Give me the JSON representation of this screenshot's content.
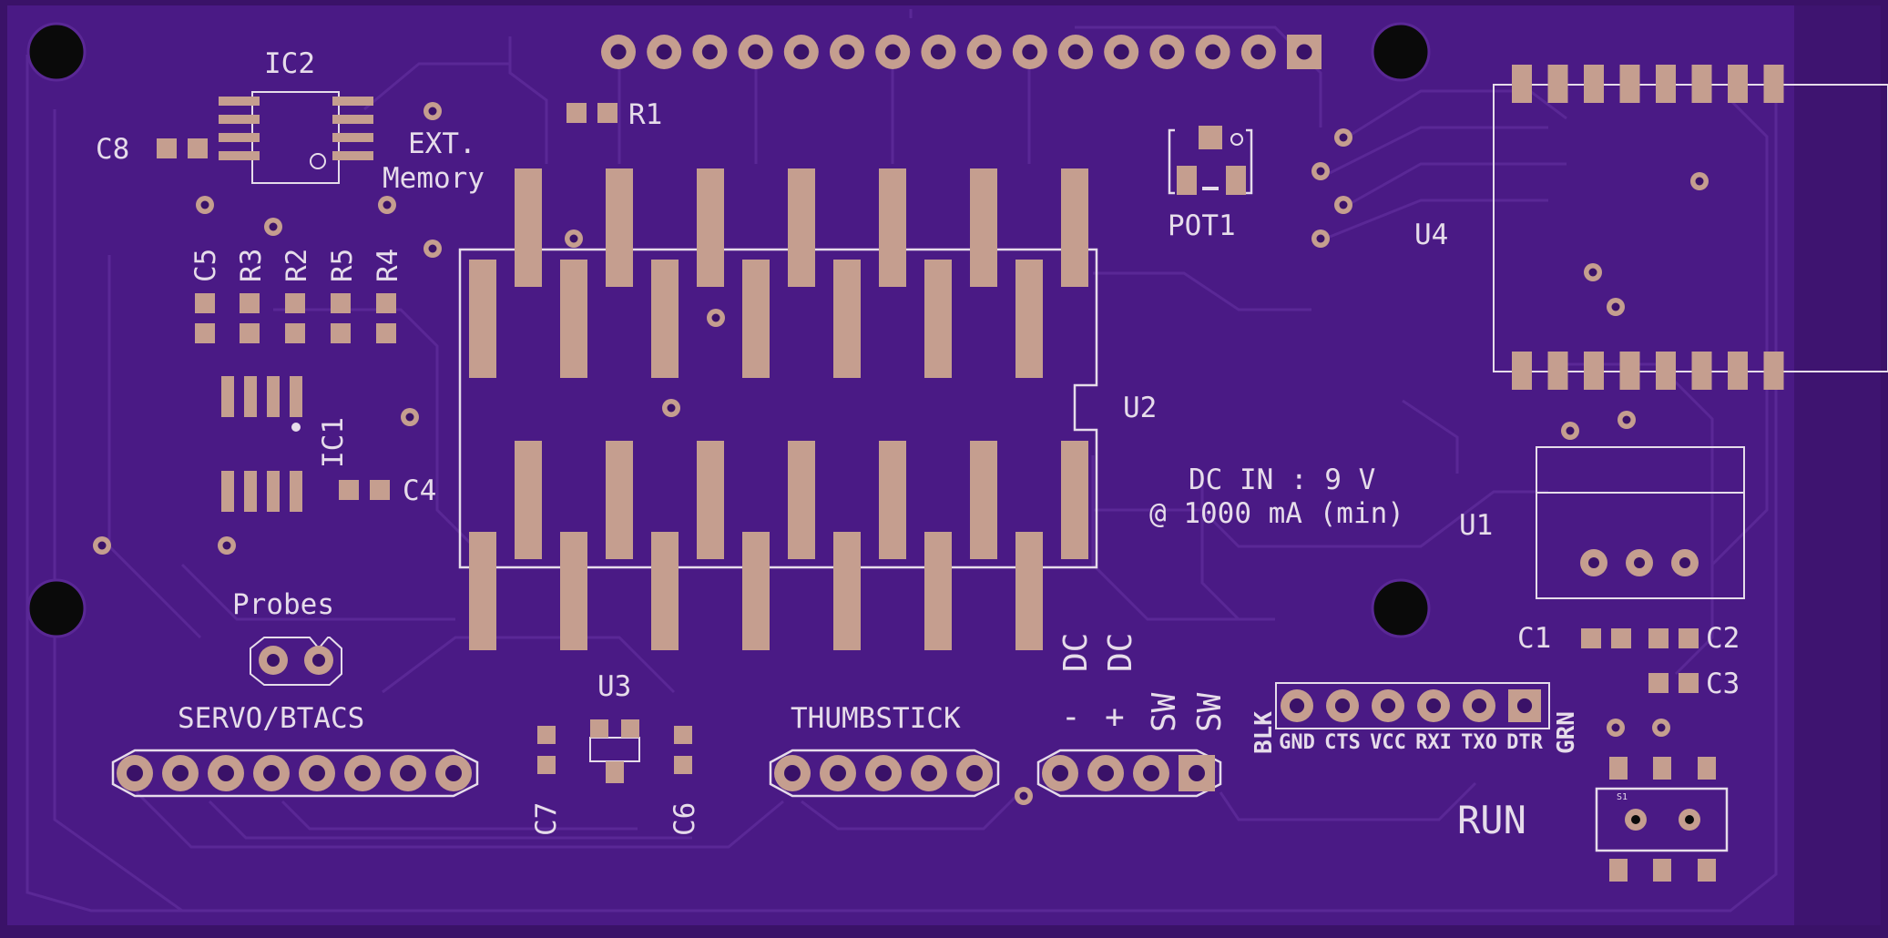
{
  "board": {
    "colors": {
      "substrate": "#4a1a85",
      "substrate_edge": "#3a1268",
      "trace": "#5a2896",
      "copper_pad": "#c59e8f",
      "silkscreen": "#e6dcea",
      "mounting_hole": "#0a0a0a"
    },
    "labels": {
      "ic2": "IC2",
      "c8": "C8",
      "ext": "EXT.",
      "memory": "Memory",
      "r1": "R1",
      "pot1": "POT1",
      "u4": "U4",
      "c5": "C5",
      "r3": "R3",
      "r2": "R2",
      "r5": "R5",
      "r4": "R4",
      "ic1": "IC1",
      "c4": "C4",
      "u2": "U2",
      "dc_in_1": "DC IN : 9 V",
      "dc_in_2": "@ 1000 mA (min)",
      "u1": "U1",
      "probes": "Probes",
      "c1": "C1",
      "c2": "C2",
      "c3": "C3",
      "u3": "U3",
      "servo_btacs": "SERVO/BTACS",
      "thumbstick": "THUMBSTICK",
      "dc_minus": "DC",
      "dc_plus": "DC",
      "minus": "-",
      "plus": "+",
      "sw1": "SW",
      "sw2": "SW",
      "c7": "C7",
      "c6": "C6",
      "blk": "BLK",
      "grn": "GRN",
      "ftdi_pins": [
        "GND",
        "CTS",
        "VCC",
        "RXI",
        "TXO",
        "DTR"
      ],
      "run": "RUN",
      "s1": "S1"
    }
  }
}
